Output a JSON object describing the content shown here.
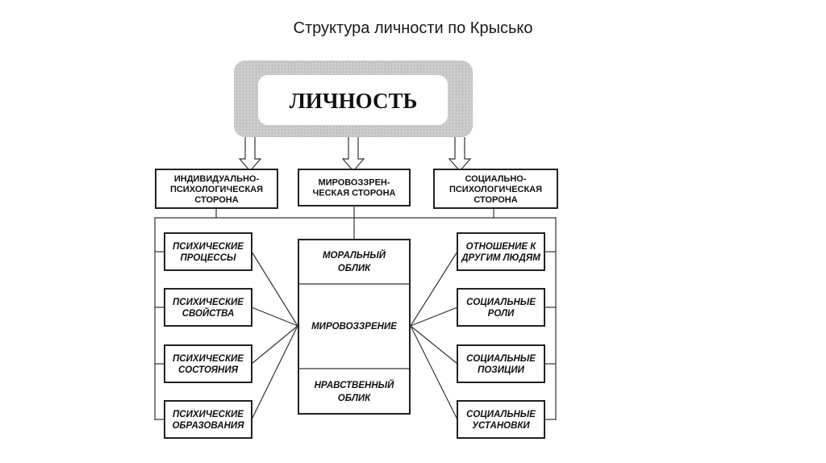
{
  "title": "Структура личности по Крысько",
  "root": "ЛИЧНОСТЬ",
  "sides": [
    [
      "ИНДИВИДУАЛЬНО-",
      "ПСИХОЛОГИЧЕСКАЯ",
      "СТОРОНА"
    ],
    [
      "МИРОВОЗЗРЕН-",
      "ЧЕСКАЯ СТОРОНА"
    ],
    [
      "СОЦИАЛЬНО-",
      "ПСИХОЛОГИЧЕСКАЯ",
      "СТОРОНА"
    ]
  ],
  "left_items": [
    [
      "ПСИХИЧЕСКИЕ",
      "ПРОЦЕССЫ"
    ],
    [
      "ПСИХИЧЕСКИЕ",
      "СВОЙСТВА"
    ],
    [
      "ПСИХИЧЕСКИЕ",
      "СОСТОЯНИЯ"
    ],
    [
      "ПСИХИЧЕСКИЕ",
      "ОБРАЗОВАНИЯ"
    ]
  ],
  "center_items": [
    [
      "МОРАЛЬНЫЙ",
      "ОБЛИК"
    ],
    [
      "МИРОВОЗЗРЕНИЕ"
    ],
    [
      "НРАВСТВЕННЫЙ",
      "ОБЛИК"
    ]
  ],
  "right_items": [
    [
      "ОТНОШЕНИЕ К",
      "ДРУГИМ ЛЮДЯМ"
    ],
    [
      "СОЦИАЛЬНЫЕ",
      "РОЛИ"
    ],
    [
      "СОЦИАЛЬНЫЕ",
      "ПОЗИЦИИ"
    ],
    [
      "СОЦИАЛЬНЫЕ",
      "УСТАНОВКИ"
    ]
  ],
  "colors": {
    "frame": "#c8c8c8",
    "ink": "#111111"
  }
}
